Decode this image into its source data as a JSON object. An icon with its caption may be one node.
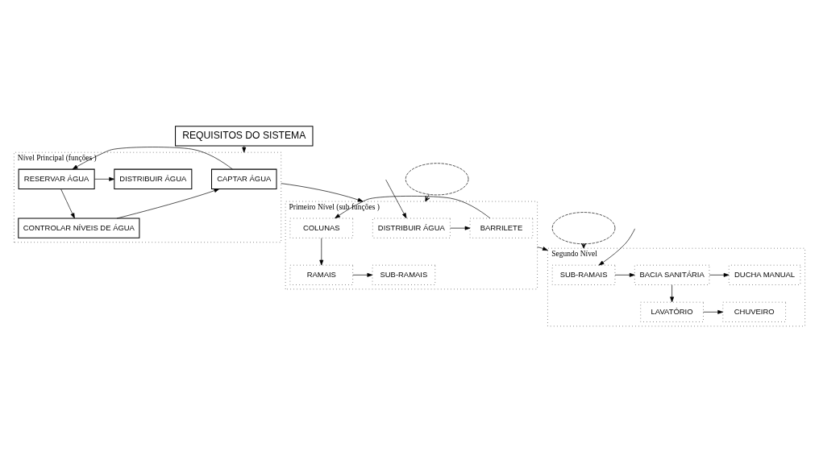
{
  "diagram": {
    "nodes": [
      {
        "text": [
          "REQUISITOS DO SISTEMA"
        ]
      },
      {
        "text": [
          "Nível Principal (funções )"
        ]
      },
      {
        "text": [
          "CAPTAR ÁGUA"
        ],
        "in": 1
      },
      {
        "text": [
          "RESERVAR ÁGUA"
        ],
        "in": 1
      },
      {
        "text": [
          "DISTRIBUIR ÁGUA"
        ],
        "in": 1
      },
      {
        "text": [
          "CONTROLAR NÍVEIS DE ÁGUA"
        ],
        "in": 1
      },
      {
        "text": [],
        "shape": "ellipse"
      },
      {
        "text": [
          "Primeiro Nível (sub funções )"
        ]
      },
      {
        "text": [
          "DISTRIBUIR ÁGUA"
        ],
        "in": 7
      },
      {
        "text": [
          "BARRILETE"
        ],
        "in": 7
      },
      {
        "text": [
          "COLUNAS"
        ],
        "in": 7
      },
      {
        "text": [
          "RAMAIS"
        ],
        "in": 7
      },
      {
        "text": [
          "SUB-RAMAIS"
        ],
        "in": 7
      },
      {
        "text": [],
        "shape": "ellipse"
      },
      {
        "text": [
          "Segundo Nível"
        ]
      },
      {
        "text": [
          "SUB-RAMAIS"
        ],
        "in": 14
      },
      {
        "text": [
          "BACIA SANITÁRIA"
        ],
        "in": 14
      },
      {
        "text": [
          "DUCHA MANUAL"
        ],
        "in": 14
      },
      {
        "text": [
          "LAVATÓRIO"
        ],
        "in": 14
      },
      {
        "text": [
          "CHUVEIRO"
        ],
        "in": 14
      }
    ],
    "edges": [
      {
        "from": 0,
        "to": 1,
        "arrow": "to"
      },
      {
        "from": 2,
        "to": 3,
        "arrow": "to"
      },
      {
        "from": 3,
        "to": 4,
        "arrow": "to"
      },
      {
        "from": 3,
        "to": 5,
        "arrow": "to"
      },
      {
        "from": 5,
        "to": 2,
        "arrow": "to"
      },
      {
        "from": 1,
        "to": 7,
        "arrow": "to"
      },
      {
        "from": 6,
        "to": 7,
        "arrow": "to",
        "style": "dashed"
      },
      {
        "from": null,
        "to": 8,
        "arrow": "to"
      },
      {
        "from": 8,
        "to": 9,
        "arrow": "to"
      },
      {
        "from": 9,
        "to": 10,
        "arrow": "to"
      },
      {
        "from": 10,
        "to": 11,
        "arrow": "to"
      },
      {
        "from": 11,
        "to": 12,
        "arrow": "to"
      },
      {
        "from": 7,
        "to": 14,
        "arrow": "to"
      },
      {
        "from": 13,
        "to": 14,
        "arrow": "to",
        "style": "dashed"
      },
      {
        "from": null,
        "to": 15,
        "arrow": "to"
      },
      {
        "from": 15,
        "to": 16,
        "arrow": "to"
      },
      {
        "from": 16,
        "to": 17,
        "arrow": "to"
      },
      {
        "from": 16,
        "to": 18,
        "arrow": "to"
      },
      {
        "from": 18,
        "to": 19,
        "arrow": "to"
      }
    ]
  }
}
